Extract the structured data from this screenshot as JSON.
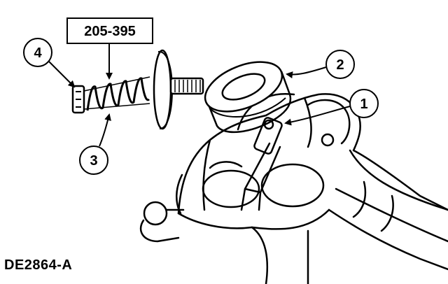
{
  "diagram": {
    "tool_label": "205-395",
    "callouts": [
      "4",
      "2",
      "1",
      "3"
    ],
    "figure_id": "DE2864-A"
  }
}
